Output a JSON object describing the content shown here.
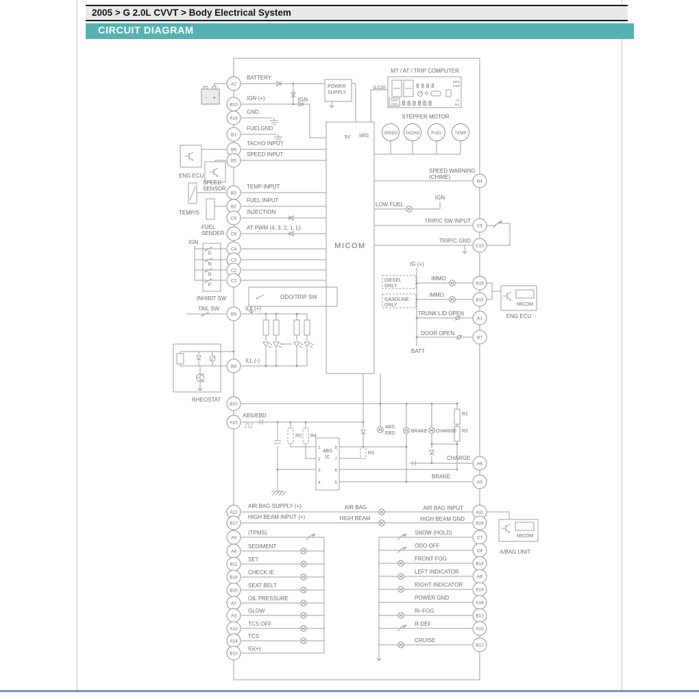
{
  "header": {
    "breadcrumb": "2005 > G 2.0L CVVT > Body Electrical System",
    "banner": "CIRCUIT DIAGRAM"
  },
  "colors": {
    "banner_teal": "#55b2b0",
    "bottom_rule_blue": "#7193c7",
    "wire_gray": "#9c9c9c",
    "text_gray": "#6b6b6b"
  },
  "diagram": {
    "battery": {
      "minus": "-",
      "plus": "+"
    },
    "power_supply": {
      "line1": "POWER",
      "line2": "SUPPLY"
    },
    "ign_top": "IGN",
    "micom": {
      "label": "MICOM",
      "v": "5V",
      "seg": "SEG"
    },
    "lcd": {
      "tag": "(LCD)",
      "title": "MT / AT / TRIP COMPUTER",
      "top_digits": "8888",
      "bottom_digits": "888888",
      "unit_top1": "MPH",
      "unit_top2": "km/h",
      "trip": "TRIP",
      "odo": "ODO",
      "unit_bot1": "mi",
      "unit_bot2": "km"
    },
    "stepper": {
      "title": "STEPPER MOTOR",
      "gauges": [
        "SPEED",
        "TACHO",
        "FUEL",
        "TEMP"
      ]
    },
    "eng_ecu_left": "ENG ECU",
    "speed_sensor1": "SPEED",
    "speed_sensor2": "SENSOR",
    "temp_s": "TEMP/S",
    "fuel_sender1": "FUEL",
    "fuel_sender2": "SENDER",
    "ign_left": "IGN",
    "gears": [
      "D",
      "N",
      "R",
      "P"
    ],
    "inhibit_sw": "INHIBIT SW",
    "tail_sw": "TAIL SW",
    "odo_trip_sw": "ODO/TRIP SW",
    "rheostat": "RHEOSTAT",
    "left_connectors": [
      {
        "id": "A2",
        "label": "BATTERY"
      },
      {
        "id": "B10",
        "label": "IGN (+)"
      },
      {
        "id": "A16",
        "label": "GND"
      },
      {
        "id": "B1",
        "label": "FUELGND"
      },
      {
        "id": "B6",
        "label": "TACHO INPUT"
      },
      {
        "id": "B5",
        "label": "SPEED INPUT"
      },
      {
        "id": "B3",
        "label": "TEMP INPUT"
      },
      {
        "id": "B2",
        "label": "FUEL INPUT"
      },
      {
        "id": "C9",
        "label": "INJECTION"
      },
      {
        "id": "C6",
        "label": "AT PWM (4, 3, 2, 1, L)"
      },
      {
        "id": "C4",
        "label": ""
      },
      {
        "id": "C3",
        "label": ""
      },
      {
        "id": "C2",
        "label": ""
      },
      {
        "id": "C1",
        "label": ""
      },
      {
        "id": "B9",
        "label": "ILL (+)"
      },
      {
        "id": "B8",
        "label": "ILL (-)"
      },
      {
        "id": "B10",
        "label": ""
      },
      {
        "id": "A15",
        "label": "ABS/EBD"
      },
      {
        "id": "A12",
        "label": "AIR BAG SUPPLY (+)"
      },
      {
        "id": "B17",
        "label": "HIGH BEAM INPUT (+)"
      },
      {
        "id": "A9",
        "label": "(TPMS)"
      },
      {
        "id": "A4",
        "label": "SEDIMENT"
      },
      {
        "id": "B11",
        "label": "SET"
      },
      {
        "id": "B18",
        "label": "CHECK /E"
      },
      {
        "id": "B20",
        "label": "SEAT BELT"
      },
      {
        "id": "A7",
        "label": "OIL PRESSURE"
      },
      {
        "id": "A3",
        "label": "GLOW"
      },
      {
        "id": "A13",
        "label": "TCS OFF"
      },
      {
        "id": "A14",
        "label": "TCS"
      },
      {
        "id": "B10",
        "label": "IG(+)"
      }
    ],
    "right_connectors": [
      {
        "id": "B4",
        "label": "SPEED WARNING",
        "label2": "(CHIME)"
      },
      {
        "id": "C5",
        "label": "TRIP/C SW INPUT"
      },
      {
        "id": "C10",
        "label": "TRIP/C GND"
      },
      {
        "id": "B15",
        "label": "IMMO"
      },
      {
        "id": "B15",
        "label": "IMMO"
      },
      {
        "id": "A1",
        "label": "TRUNK LID OPEN"
      },
      {
        "id": "B7",
        "label": "DOOR OPEN"
      },
      {
        "id": "A6",
        "label": "CHARGE"
      },
      {
        "id": "A5",
        "label": "BRAKE"
      },
      {
        "id": "A11",
        "label": "AIR BAG INPUT"
      },
      {
        "id": "B16",
        "label": "HIGH BEAM GND"
      },
      {
        "id": "C7",
        "label": "SNOW (HOLD)"
      },
      {
        "id": "C8",
        "label": "ODO OFF"
      },
      {
        "id": "B14",
        "label": "FRONT FOG"
      },
      {
        "id": "A8",
        "label": "LEFT INDICATOR"
      },
      {
        "id": "B19",
        "label": "RIGHT INDICATOR"
      },
      {
        "id": "A16",
        "label": "POWER GND"
      },
      {
        "id": "B13",
        "label": "Rr-FOG"
      },
      {
        "id": "A10",
        "label": "R-DEF"
      },
      {
        "id": "B12",
        "label": "CRUISE"
      }
    ],
    "mid": {
      "air_bag": "AIR BAG",
      "high_beam": "HIGH BEAM"
    },
    "right_side": {
      "ig_plus": "IG (+)",
      "batt": "BATT",
      "diesel1": "DIESEL",
      "diesel2": "ONLY",
      "gasoline1": "GASOLINE",
      "gasoline2": "ONLY",
      "low_fuel": "LOW FUEL",
      "ign": "IGN",
      "eng_ecu": "ENG ECU",
      "micom_immo": "MICOM",
      "abag_unit": "A/BAG UNIT",
      "micom_abag": "MICOM"
    },
    "abs": {
      "r1": "R1",
      "r2": "R2",
      "r3": "R3",
      "r4": "R4",
      "r5": "R5",
      "ic1": "ABS",
      "ic2": "IC",
      "pins_left": [
        "1",
        "2",
        "3",
        "4"
      ],
      "pins_right": [
        "8",
        "7",
        "6",
        "5"
      ],
      "ebd1": "ABS",
      "ebd2": "EBD",
      "brake_lamp": "BRAKE",
      "charge_lamp": "CHARGE"
    }
  }
}
